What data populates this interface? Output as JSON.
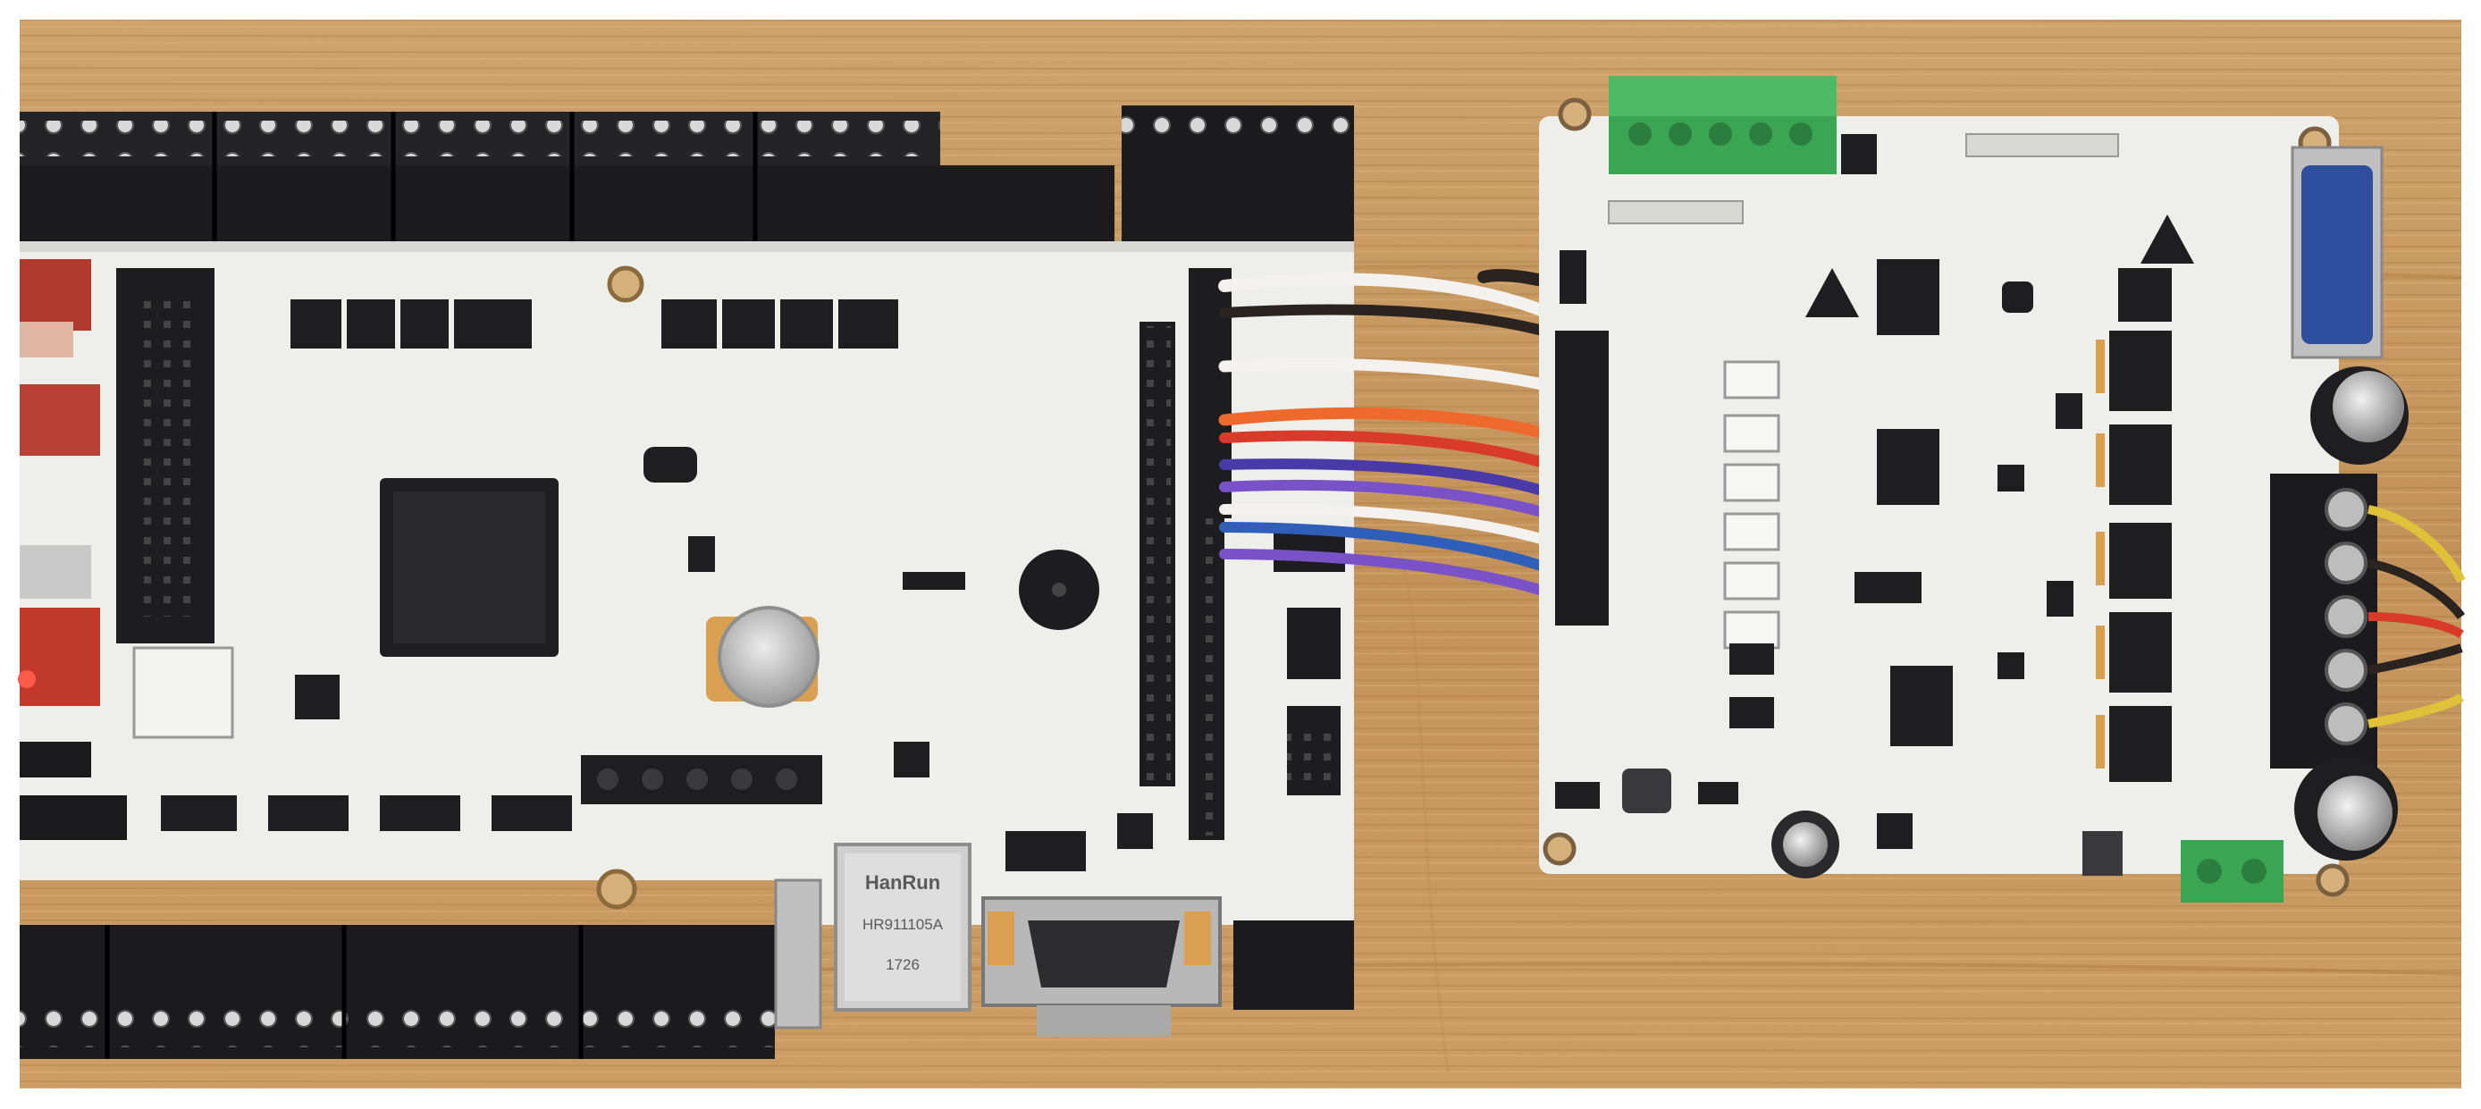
{
  "photo": {
    "colors": {
      "wood": "#c79a63",
      "wood_dark": "#a8773f",
      "pcb": "#eeeeea",
      "terminal_black": "#1b1b1d",
      "terminal_green": "#3aa653",
      "vga_blue": "#2f4f9e"
    },
    "wire_colors": [
      "#f4f2ee",
      "#2b2320",
      "#ee6a2c",
      "#d93b2a",
      "#4a3aa8",
      "#2f5fb8",
      "#7a52c8"
    ],
    "components": {
      "ethernet_jack": {
        "brand": "HanRun",
        "part": "HR911105A",
        "code": "1726"
      }
    }
  }
}
